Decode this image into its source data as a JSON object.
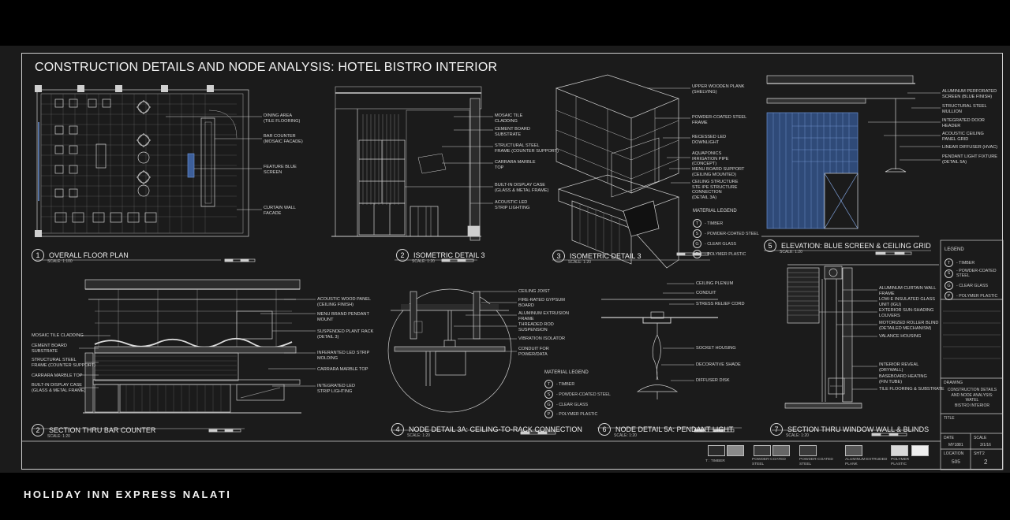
{
  "title": "CONSTRUCTION DETAILS AND NODE ANALYSIS: HOTEL BISTRO INTERIOR",
  "footer": "HOLIDAY INN EXPRESS NALATI",
  "views": [
    {
      "num": "1",
      "title": "OVERALL FLOOR PLAN",
      "scale": "SCALE: 1:100"
    },
    {
      "num": "2",
      "title": "ISOMETRIC DETAIL 3",
      "scale": "SCALE: 1:20"
    },
    {
      "num": "3",
      "title": "ISOMETRIC DETAIL 3",
      "scale": "SCALE: 1:20"
    },
    {
      "num": "5",
      "title": "ELEVATION: BLUE SCREEN & CEILING GRID",
      "scale": "SCALE: 1:20"
    },
    {
      "num": "2",
      "title": "SECTION THRU BAR COUNTER",
      "scale": "SCALE: 1:20"
    },
    {
      "num": "4",
      "title": "NODE DETAIL 3A: CEILING-TO-RACK CONNECTION",
      "scale": "SCALE: 1:20"
    },
    {
      "num": "6",
      "title": "NODE DETAIL 5A: PENDANT LIGHT",
      "scale": "SCALE: 1:20"
    },
    {
      "num": "7",
      "title": "SECTION THRU WINDOW WALL & BLINDS",
      "scale": "SCALE: 1:20"
    }
  ],
  "labels": {
    "plan": [
      "DINING AREA\n(TILE FLOORING)",
      "BAR COUNTER\n(MOSAIC FACADE)",
      "FEATURE BLUE\nSCREEN",
      "CURTAIN WALL\nFACADE"
    ],
    "iso2": [
      "MOSAIC TILE\nCLADDING",
      "CEMENT BOARD\nSUBSTRATE",
      "STRUCTURAL STEEL\nFRAME (COUNTER SUPPORT)",
      "CARRARA MARBLE\nTOP",
      "BUILT-IN DISPLAY CASE\n(GLASS & METAL FRAME)",
      "ACOUSTIC LED\nSTRIP LIGHTING"
    ],
    "iso3": [
      "UPPER WOODEN PLANK\n(SHELVING)",
      "POWDER-COATED STEEL\nFRAME",
      "RECESSED LED\nDOWNLIGHT",
      "AQUAPONICS\nIRRIGATION PIPE\n(CONCEPT)",
      "MENU BOARD SUPPORT\n(CEILING MOUNTED)",
      "CEILING STRUCTURE\nSTE IPE STRUCTURE\nCONNECTION\n(DETAIL 3A)"
    ],
    "elev5": [
      "ALUMINUM PERFORATED\nSCREEN (BLUE FINISH)",
      "STRUCTURAL STEEL\nMULLION",
      "INTEGRATED DOOR\nHEADER",
      "ACOUSTIC CEILING\nPANEL GRID",
      "LINEAR DIFFUSER (HVAC)",
      "PENDANT LIGHT FIXTURE\n(DETAIL 5A)"
    ],
    "sec2_left": [
      "MOSAIC TILE CLADDING",
      "CEMENT BOARD\nSUBSTRATE",
      "STRUCTURAL STEEL\nFRAME (COUNTER SUPPORT)",
      "CARRARA MARBLE TOP",
      "BUILT-IN DISPLAY CASE\n(GLASS & METAL FRAME)"
    ],
    "sec2_right": [
      "ACOUSTIC WOOD PANEL\n(CEILING FINISH)",
      "MENU BRAND PENDANT\nMOUNT",
      "SUSPENDED PLANT RACK\n(DETAIL 3)",
      "INFERANTED LED STRIP\nMOLDING",
      "CARRARA MARBLE TOP",
      "INTEGRATED LED\nSTRIP LIGHTING"
    ],
    "node4": [
      "CEILING JOIST",
      "FIRE-RATED GYPSUM\nBOARD",
      "ALUMINUM EXTRUSION\nFRAME",
      "THREADED ROD\nSUSPENSION",
      "VIBRATION ISOLATOR",
      "CONDUIT FOR\nPOWER/DATA"
    ],
    "node6": [
      "CEILING PLENUM",
      "CONDUIT",
      "STRESS RELIEF CORD",
      "SOCKET HOUSING",
      "DECORATIVE SHADE",
      "DIFFUSER DISK"
    ],
    "sec7": [
      "ALUMINUM CURTAIN WALL\nFRAME",
      "LOW-E INSULATED GLASS\nUNIT (IGU)",
      "EXTERIOR SUN-SHADING\nLOUVERS",
      "MOTORIZED ROLLER BLIND\n(DETAILED MECHANISM)",
      "VALANCE HOUSING",
      "INTERIOR REVEAL\n(DRYWALL)",
      "BASEBOARD HEATING\n(FIN TUBE)",
      "TILE FLOORING & SUBSTRATE"
    ]
  },
  "legends": {
    "heading": "MATERIAL LEGEND",
    "heading_right": "LEGEND",
    "items": [
      {
        "sym": "T",
        "text": "- TIMBER"
      },
      {
        "sym": "S",
        "text": "- POWDER-COATED STEEL"
      },
      {
        "sym": "G",
        "text": "- CLEAR GLASS"
      },
      {
        "sym": "P",
        "text": "- POLYMER PLASTIC"
      }
    ],
    "items_right": [
      {
        "sym": "T",
        "text": "- TIMBER"
      },
      {
        "sym": "S",
        "text": "- POWDER-COATED\nSTEEL"
      },
      {
        "sym": "G",
        "text": "- CLEAR GLASS"
      },
      {
        "sym": "P",
        "text": "- POLYMER PLASTIC"
      }
    ]
  },
  "title_block": {
    "drawing_label": "DRAWING",
    "drawing_name": "CONSTRUCTION DETAILS\nAND NODE ANALYSIS:\nWATEL\nBISTRO INTERIOR",
    "title_label": "TITLE",
    "date_label": "DATE",
    "scale_label": "SCALE",
    "date": "MY1881",
    "scale": "3/1/16",
    "location_label": "LOCATION",
    "location": "505",
    "sheet_label": "SHT'2",
    "sheet": "2"
  },
  "swatches": [
    {
      "label": "T : TIMBER",
      "fill": "#2a2a2a"
    },
    {
      "label": "POWDER-COATED\nSTEEL",
      "fill": "#8a8a8a"
    },
    {
      "label": "POWDER-COATED\nSTEEL",
      "fill": "#3a3a3a"
    },
    {
      "label": "ALUMINUM EXTRUDED\nPLANK",
      "fill": "#555555"
    },
    {
      "label": "POLYMER\nPLASTIC",
      "fill": "#dddddd"
    }
  ],
  "colors": {
    "sheet_bg": "#1b1b1b",
    "line": "#d0d0d0",
    "accent_blue": "#4a6fae"
  }
}
